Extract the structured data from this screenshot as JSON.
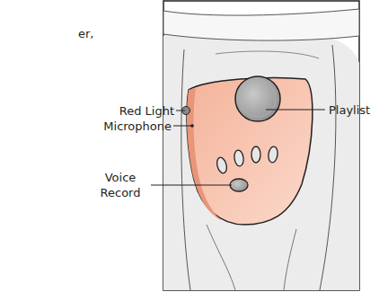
{
  "diagram": {
    "labels": [
      "er,",
      "Red Light",
      "Microphone",
      "Voice Record",
      "Playlist"
    ]
  }
}
